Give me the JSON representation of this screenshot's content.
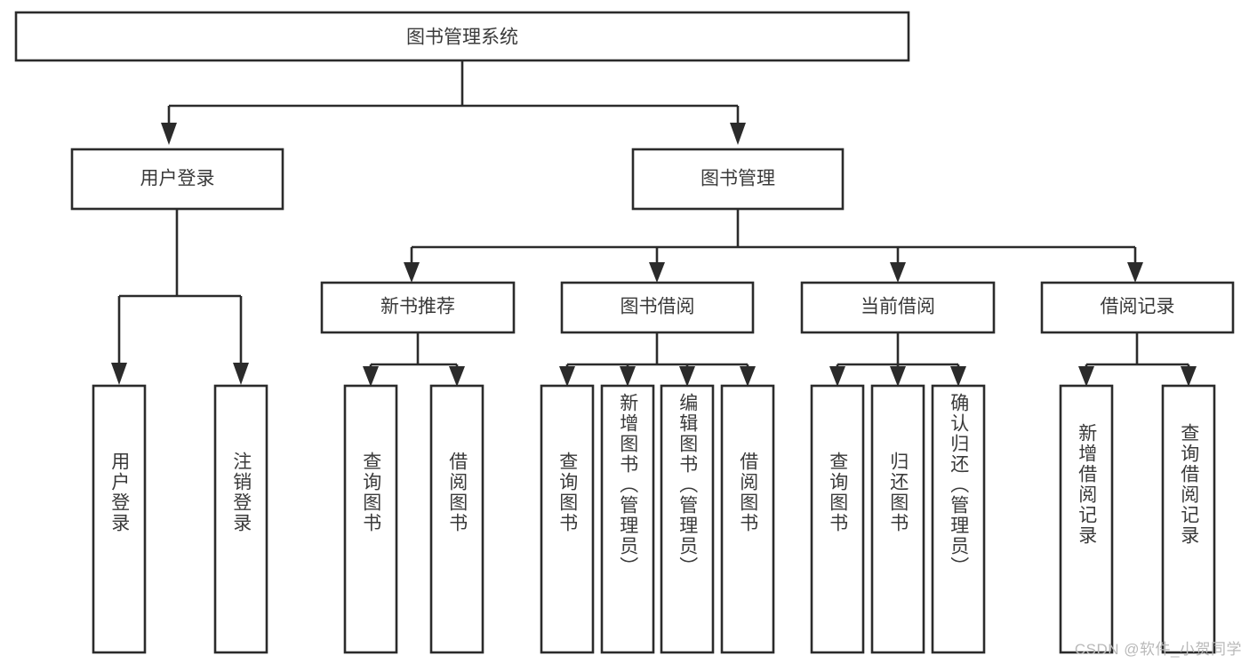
{
  "diagram": {
    "title": "图书管理系统",
    "type": "tree",
    "root": {
      "label": "图书管理系统",
      "orientation": "horizontal"
    },
    "level2": [
      {
        "label": "用户登录",
        "orientation": "horizontal"
      },
      {
        "label": "图书管理",
        "orientation": "horizontal"
      }
    ],
    "level3": [
      {
        "label": "新书推荐",
        "orientation": "horizontal"
      },
      {
        "label": "图书借阅",
        "orientation": "horizontal"
      },
      {
        "label": "当前借阅",
        "orientation": "horizontal"
      },
      {
        "label": "借阅记录",
        "orientation": "horizontal"
      }
    ],
    "leaves": {
      "user_login": [
        {
          "label": "用户登录",
          "orientation": "vertical"
        },
        {
          "label": "注销登录",
          "orientation": "vertical"
        }
      ],
      "new_book_recommend": [
        {
          "label": "查询图书",
          "orientation": "vertical"
        },
        {
          "label": "借阅图书",
          "orientation": "vertical"
        }
      ],
      "book_borrow": [
        {
          "label": "查询图书",
          "orientation": "vertical"
        },
        {
          "label": "新增图书（管理员）",
          "orientation": "vertical"
        },
        {
          "label": "编辑图书（管理员）",
          "orientation": "vertical"
        },
        {
          "label": "借阅图书",
          "orientation": "vertical"
        }
      ],
      "current_borrow": [
        {
          "label": "查询图书",
          "orientation": "vertical"
        },
        {
          "label": "归还图书",
          "orientation": "vertical"
        },
        {
          "label": "确认归还（管理员）",
          "orientation": "vertical"
        }
      ],
      "borrow_record": [
        {
          "label": "新增借阅记录",
          "orientation": "vertical"
        },
        {
          "label": "查询借阅记录",
          "orientation": "vertical"
        }
      ]
    },
    "colors": {
      "stroke": "#2b2b2b",
      "fill": "#ffffff",
      "text": "#3a3a3a",
      "watermark": "#b9b9b9"
    }
  },
  "watermark": {
    "text": "CSDN @软件_小贺同学"
  }
}
